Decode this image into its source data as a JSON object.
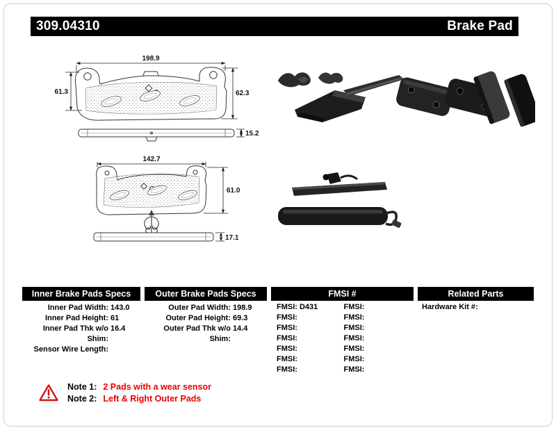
{
  "header": {
    "part_number": "309.04310",
    "title": "Brake Pad"
  },
  "diagram": {
    "outer_front": {
      "width": "198.9",
      "height_left": "61.3",
      "height_right": "62.3"
    },
    "outer_edge": {
      "thickness": "15.2"
    },
    "inner_front": {
      "width": "142.7",
      "height": "61.0"
    },
    "inner_edge": {
      "thickness": "17.1"
    }
  },
  "specs": {
    "inner": {
      "header": "Inner Brake Pads Specs",
      "rows": [
        {
          "label": "Inner Pad Width:",
          "value": "143.0"
        },
        {
          "label": "Inner Pad Height:",
          "value": "61"
        },
        {
          "label": "Inner Pad Thk w/o Shim:",
          "value": "16.4"
        },
        {
          "label": "Sensor Wire Length:",
          "value": ""
        }
      ]
    },
    "outer": {
      "header": "Outer Brake Pads Specs",
      "rows": [
        {
          "label": "Outer Pad Width:",
          "value": "198.9"
        },
        {
          "label": "Outer Pad Height:",
          "value": "69.3"
        },
        {
          "label": "Outer Pad Thk w/o Shim:",
          "value": "14.4"
        }
      ]
    },
    "fmsi": {
      "header": "FMSI #",
      "left": [
        {
          "label": "FMSI:",
          "value": "D431"
        },
        {
          "label": "FMSI:",
          "value": ""
        },
        {
          "label": "FMSI:",
          "value": ""
        },
        {
          "label": "FMSI:",
          "value": ""
        },
        {
          "label": "FMSI:",
          "value": ""
        },
        {
          "label": "FMSI:",
          "value": ""
        },
        {
          "label": "FMSI:",
          "value": ""
        }
      ],
      "right": [
        {
          "label": "FMSI:",
          "value": ""
        },
        {
          "label": "FMSI:",
          "value": ""
        },
        {
          "label": "FMSI:",
          "value": ""
        },
        {
          "label": "FMSI:",
          "value": ""
        },
        {
          "label": "FMSI:",
          "value": ""
        },
        {
          "label": "FMSI:",
          "value": ""
        },
        {
          "label": "FMSI:",
          "value": ""
        }
      ]
    },
    "related": {
      "header": "Related Parts",
      "rows": [
        {
          "label": "Hardware Kit #:",
          "value": ""
        }
      ]
    }
  },
  "notes": [
    {
      "label": "Note 1:",
      "text": "2 Pads with a wear sensor"
    },
    {
      "label": "Note 2:",
      "text": "Left & Right Outer Pads"
    }
  ],
  "icons": {
    "warning_icon": "triangle-exclamation"
  },
  "colors": {
    "header_bg": "#000000",
    "header_text": "#ffffff",
    "note_red": "#e80000",
    "drawing_line": "#333333"
  }
}
